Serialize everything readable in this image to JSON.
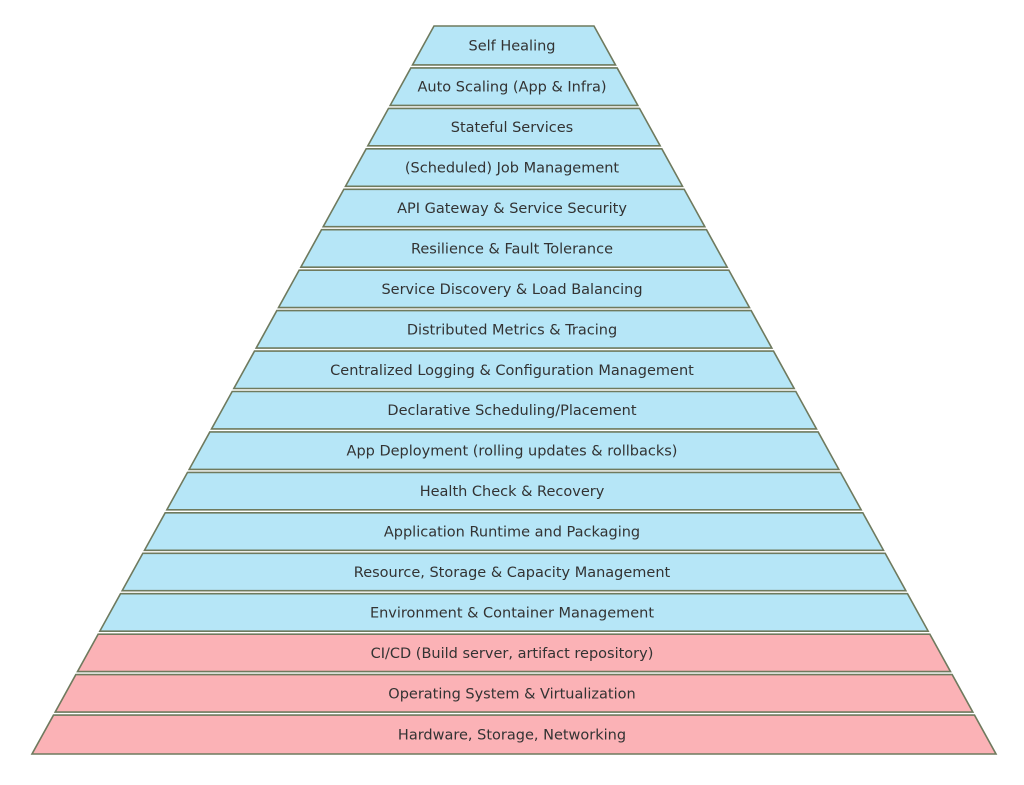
{
  "title": "",
  "colors": {
    "platform_fill": "#b6e6f7",
    "infra_fill": "#fbb2b6",
    "stroke": "#6f7a5e",
    "text": "#333333"
  },
  "layers": [
    {
      "label": "Self Healing",
      "group": "platform"
    },
    {
      "label": "Auto Scaling (App & Infra)",
      "group": "platform"
    },
    {
      "label": "Stateful Services",
      "group": "platform"
    },
    {
      "label": "(Scheduled) Job Management",
      "group": "platform"
    },
    {
      "label": "API Gateway & Service Security",
      "group": "platform"
    },
    {
      "label": "Resilience & Fault Tolerance",
      "group": "platform"
    },
    {
      "label": "Service Discovery & Load Balancing",
      "group": "platform"
    },
    {
      "label": "Distributed Metrics & Tracing",
      "group": "platform"
    },
    {
      "label": "Centralized Logging & Configuration Management",
      "group": "platform"
    },
    {
      "label": "Declarative Scheduling/Placement",
      "group": "platform"
    },
    {
      "label": "App Deployment (rolling updates & rollbacks)",
      "group": "platform"
    },
    {
      "label": "Health Check & Recovery",
      "group": "platform"
    },
    {
      "label": "Application Runtime and Packaging",
      "group": "platform"
    },
    {
      "label": "Resource, Storage & Capacity Management",
      "group": "platform"
    },
    {
      "label": "Environment & Container Management",
      "group": "platform"
    },
    {
      "label": "CI/CD (Build server, artifact repository)",
      "group": "infra"
    },
    {
      "label": "Operating System & Virtualization",
      "group": "infra"
    },
    {
      "label": "Hardware, Storage, Networking",
      "group": "infra"
    }
  ]
}
